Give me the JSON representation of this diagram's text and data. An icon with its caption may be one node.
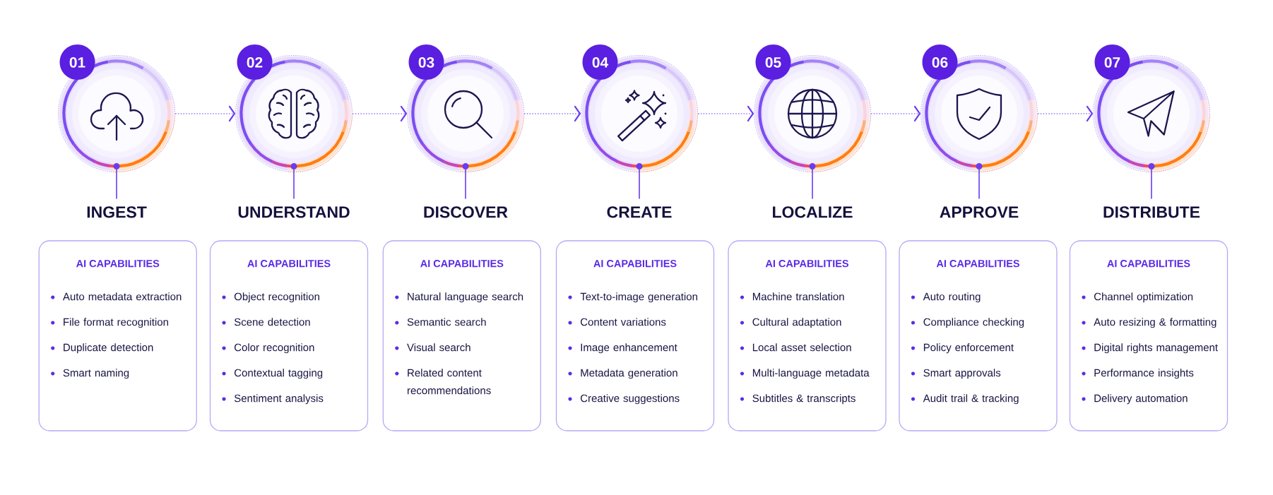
{
  "diagram": {
    "nodes": [
      {
        "text": [
          "01"
        ]
      },
      {
        "text": [],
        "shape": "circle"
      },
      {
        "text": [
          "INGEST"
        ]
      },
      {
        "text": [
          "AI CAPABILITIES",
          "Auto metadata extraction",
          "File format recognition",
          "Duplicate detection",
          "Smart naming"
        ]
      },
      {
        "text": [
          "02"
        ]
      },
      {
        "text": [],
        "shape": "circle"
      },
      {
        "text": [
          "UNDERSTAND"
        ]
      },
      {
        "text": [
          "AI CAPABILITIES",
          "Object recognition",
          "Scene detection",
          "Color recognition",
          "Contextual tagging",
          "Sentiment analysis"
        ]
      },
      {
        "text": [
          "03"
        ]
      },
      {
        "text": [],
        "shape": "circle"
      },
      {
        "text": [
          "DISCOVER"
        ]
      },
      {
        "text": [
          "AI CAPABILITIES",
          "Natural language search",
          "Semantic search",
          "Visual search",
          "Related content recommendations"
        ]
      },
      {
        "text": [
          "04"
        ]
      },
      {
        "text": [],
        "shape": "circle"
      },
      {
        "text": [
          "CREATE"
        ]
      },
      {
        "text": [
          "AI CAPABILITIES",
          "Text-to-image generation",
          "Content variations",
          "Image enhancement",
          "Metadata generation",
          "Creative suggestions"
        ]
      },
      {
        "text": [
          "05"
        ]
      },
      {
        "text": [],
        "shape": "circle"
      },
      {
        "text": [
          "LOCALIZE"
        ]
      },
      {
        "text": [
          "AI CAPABILITIES",
          "Machine translation",
          "Cultural adaptation",
          "Local asset selection",
          "Multi-language metadata",
          "Subtitles & transcripts"
        ]
      },
      {
        "text": [
          "06"
        ]
      },
      {
        "text": [],
        "shape": "circle"
      },
      {
        "text": [
          "APPROVE"
        ]
      },
      {
        "text": [
          "AI CAPABILITIES",
          "Auto routing",
          "Compliance checking",
          "Policy enforcement",
          "Smart approvals",
          "Audit trail & tracking"
        ]
      },
      {
        "text": [
          "07"
        ]
      },
      {
        "text": [],
        "shape": "circle"
      },
      {
        "text": [
          "DISTRIBUTE"
        ]
      },
      {
        "text": [
          "AI CAPABILITIES",
          "Channel optimization",
          "Auto resizing & formatting",
          "Digital rights management",
          "Performance insights",
          "Delivery automation"
        ]
      }
    ],
    "edges": [
      {
        "from": 1,
        "to": 5,
        "arrow": "to",
        "style": "dashed"
      },
      {
        "from": 5,
        "to": 9,
        "arrow": "to",
        "style": "dashed"
      },
      {
        "from": 9,
        "to": 13,
        "arrow": "to",
        "style": "dashed"
      },
      {
        "from": 13,
        "to": 17,
        "arrow": "to",
        "style": "dashed"
      },
      {
        "from": 17,
        "to": 21,
        "arrow": "to",
        "style": "dashed"
      },
      {
        "from": 21,
        "to": 25,
        "arrow": "to",
        "style": "dashed"
      },
      {
        "from": 1,
        "to": 2,
        "arrow": "none"
      },
      {
        "from": 5,
        "to": 6,
        "arrow": "none"
      },
      {
        "from": 9,
        "to": 10,
        "arrow": "none"
      },
      {
        "from": 13,
        "to": 14,
        "arrow": "none"
      },
      {
        "from": 17,
        "to": 18,
        "arrow": "none"
      },
      {
        "from": 21,
        "to": 22,
        "arrow": "none"
      },
      {
        "from": 25,
        "to": 26,
        "arrow": "none"
      }
    ]
  }
}
